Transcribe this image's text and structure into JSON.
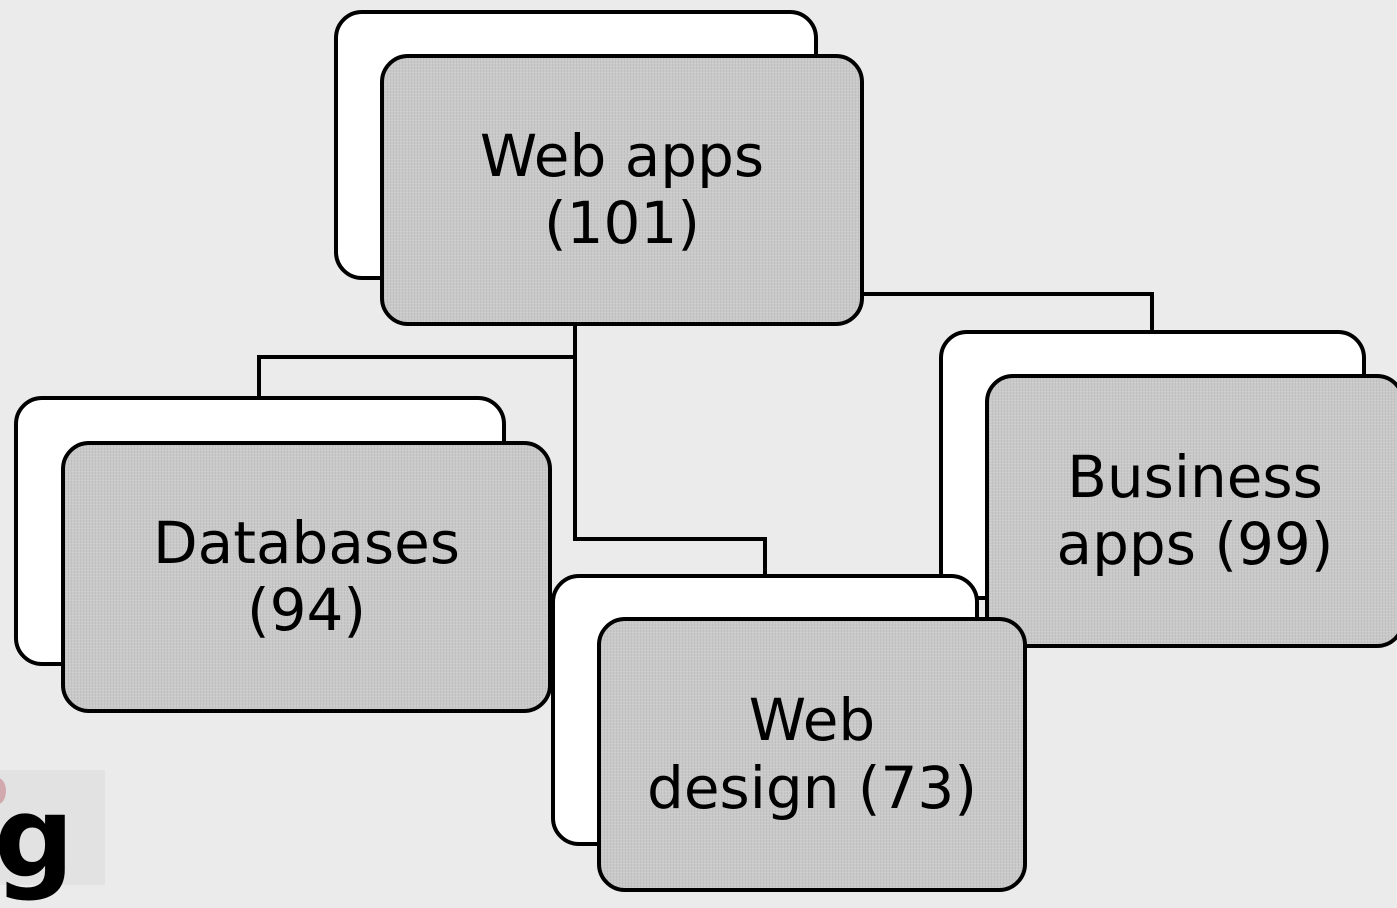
{
  "diagram": {
    "root": {
      "label": "Web apps\n(101)"
    },
    "children": [
      {
        "key": "databases",
        "label": "Databases\n(94)"
      },
      {
        "key": "web_design",
        "label": "Web\ndesign (73)"
      },
      {
        "key": "business_apps",
        "label": "Business\napps (99)"
      }
    ]
  },
  "logo": {
    "glyph": "g"
  },
  "colors": {
    "background": "#ebebeb",
    "front_card": "#c9c9c9",
    "back_card": "#ffffff",
    "border": "#000000"
  }
}
